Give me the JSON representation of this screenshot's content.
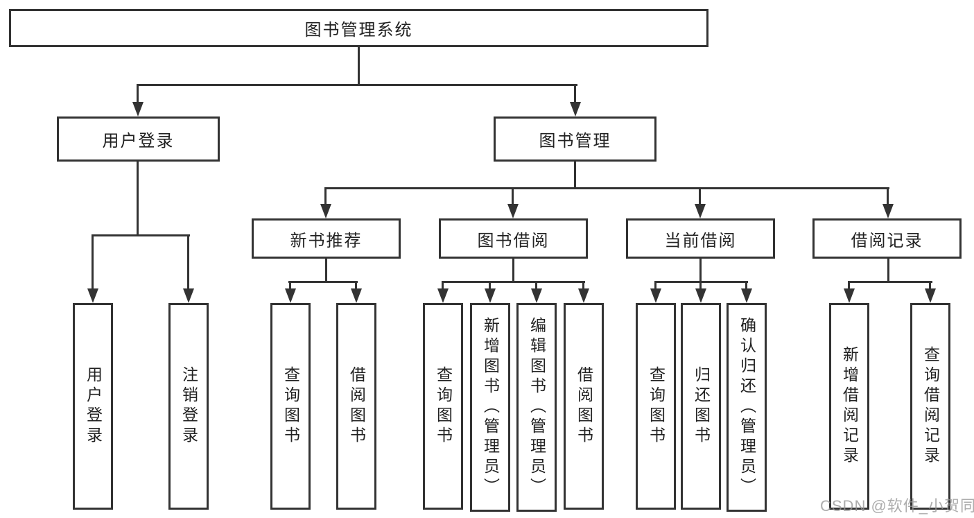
{
  "colors": {
    "bg": "#ffffff",
    "line": "#333333",
    "text": "#222222",
    "wm": "rgba(150,150,150,0.78)"
  },
  "diagram": {
    "root": "图书管理系统",
    "level2": {
      "user_login": "用户登录",
      "book_mgmt": "图书管理"
    },
    "level3": {
      "new_books": "新书推荐",
      "book_borrow": "图书借阅",
      "current_borrow": "当前借阅",
      "borrow_records": "借阅记录"
    },
    "leaves": {
      "ul_login": "用户登录",
      "ul_logout": "注销登录",
      "nb_query": "查询图书",
      "nb_borrow": "借阅图书",
      "bb_query": "查询图书",
      "bb_add": "新增图书（管理员）",
      "bb_edit": "编辑图书（管理员）",
      "bb_borrow": "借阅图书",
      "cb_query": "查询图书",
      "cb_return": "归还图书",
      "cb_confirm": "确认归还（管理员）",
      "br_add": "新增借阅记录",
      "br_query": "查询借阅记录"
    }
  },
  "watermark": "CSDN @软件_小贺同学"
}
